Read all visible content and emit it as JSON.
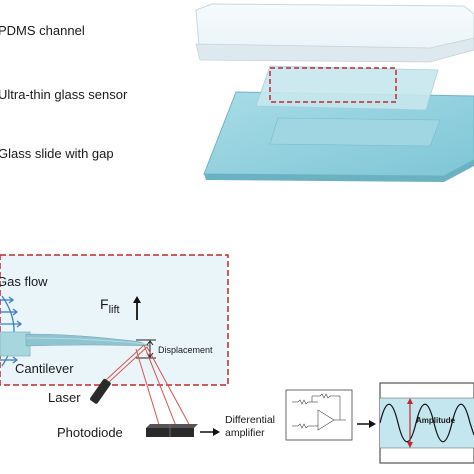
{
  "layers": {
    "pdms": "PDMS channel",
    "sensor": "Ultra-thin glass sensor",
    "slide": "Glass slide with gap"
  },
  "setup": {
    "gas_flow": "Gas flow",
    "force_main": "F",
    "force_sub": "lift",
    "displacement": "Displacement",
    "cantilever": "Cantilever",
    "laser": "Laser",
    "photodiode": "Photodiode",
    "amp_line1": "Differential",
    "amp_line2": "amplifier",
    "amplitude": "Amplitude"
  },
  "colors": {
    "highlight": "#c0282d",
    "glass": "#8fd0de",
    "panel": "#eaf5fa",
    "beam": "#d9534f"
  }
}
